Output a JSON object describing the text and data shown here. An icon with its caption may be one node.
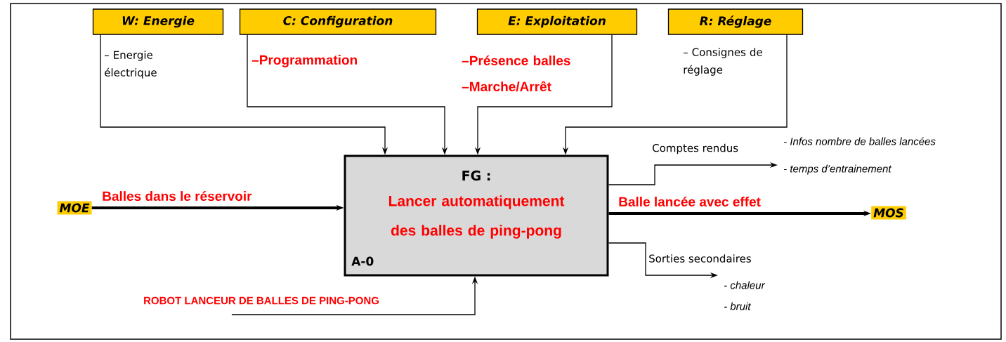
{
  "diagram": {
    "nodes": [
      {
        "text": [
          "W: Energie"
        ],
        "beside": [
          "– Energie électrique"
        ]
      },
      {
        "text": [
          "C: Configuration"
        ],
        "beside": [
          "–Programmation"
        ]
      },
      {
        "text": [
          "E: Exploitation"
        ],
        "beside": [
          "–Présence balles",
          "–Marche/Arrêt"
        ]
      },
      {
        "text": [
          "R: Réglage"
        ],
        "beside": [
          "– Consignes de réglage"
        ]
      },
      {
        "text": [
          "MOE"
        ]
      },
      {
        "text": [
          "FG :",
          "Lancer automatiquement des balles de ping-pong",
          "A-0"
        ]
      },
      {
        "text": [
          "MOS"
        ]
      },
      {
        "text": [
          "ROBOT LANCEUR DE BALLES DE PING-PONG"
        ]
      },
      {
        "text": [
          "- Infos nombre de balles lancées",
          "- temps d’entrainement"
        ]
      },
      {
        "text": [
          "- chaleur",
          "- bruit"
        ]
      }
    ],
    "edges": [
      {
        "from": 0,
        "to": 5,
        "arrow": "to"
      },
      {
        "from": 1,
        "to": 5,
        "arrow": "to"
      },
      {
        "from": 2,
        "to": 5,
        "arrow": "to"
      },
      {
        "from": 3,
        "to": 5,
        "arrow": "to"
      },
      {
        "from": 4,
        "to": 5,
        "arrow": "to",
        "label": "Balles dans le réservoir",
        "style": "thick"
      },
      {
        "from": 5,
        "to": 6,
        "arrow": "to",
        "label": "Balle lancée avec effet",
        "style": "thick"
      },
      {
        "from": 7,
        "to": 5,
        "arrow": "to"
      },
      {
        "from": 5,
        "to": 8,
        "arrow": "to",
        "label": "Comptes rendus"
      },
      {
        "from": 5,
        "to": 9,
        "arrow": "to",
        "label": "Sorties secondaires"
      }
    ]
  }
}
